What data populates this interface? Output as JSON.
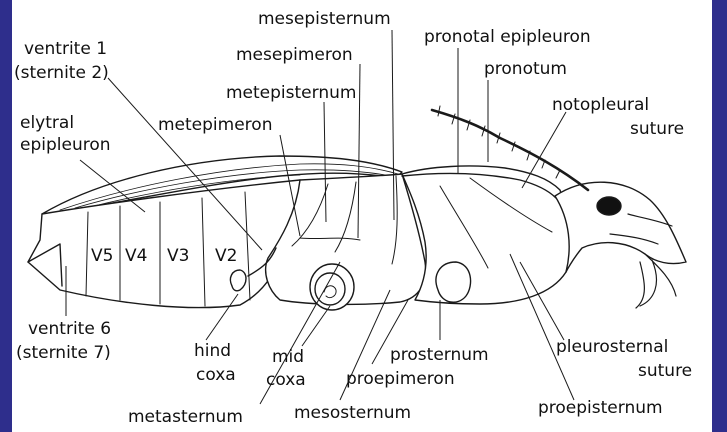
{
  "labels": {
    "ventrite1_a": "ventrite 1",
    "ventrite1_b": "(sternite 2)",
    "elytral_a": "elytral",
    "elytral_b": "epipleuron",
    "metepimeron": "metepimeron",
    "metepisternum": "metepisternum",
    "mesepimeron": "mesepimeron",
    "mesepisternum": "mesepisternum",
    "pronotal_epipleuron": "pronotal epipleuron",
    "pronotum": "pronotum",
    "notopleural_a": "notopleural",
    "notopleural_b": "suture",
    "ventrite6_a": "ventrite 6",
    "ventrite6_b": "(sternite 7)",
    "hind_a": "hind",
    "hind_b": "coxa",
    "mid_a": "mid",
    "mid_b": "coxa",
    "metasternum": "metasternum",
    "mesosternum": "mesosternum",
    "proepimeron": "proepimeron",
    "prosternum": "prosternum",
    "pleurosternal_a": "pleurosternal",
    "pleurosternal_b": "suture",
    "proepisternum": "proepisternum",
    "v5": "V5",
    "v4": "V4",
    "v3": "V3",
    "v2": "V2"
  }
}
